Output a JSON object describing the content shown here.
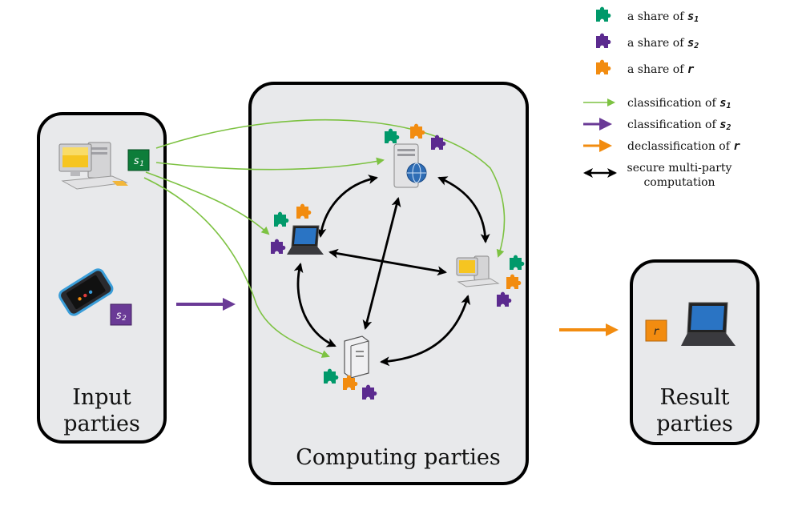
{
  "colors": {
    "s1": "#00996a",
    "s2": "#5b2a8f",
    "r": "#f28c10",
    "arrow_green": "#7dc242",
    "arrow_purple": "#6a3a96",
    "arrow_orange": "#f28c10",
    "panel_fill": "#e8e9eb",
    "panel_stroke": "#000000"
  },
  "legend": {
    "share_prefix": "a share of",
    "share_s1_var": "s",
    "share_s1_sub": "1",
    "share_s2_var": "s",
    "share_s2_sub": "2",
    "share_r_var": "r",
    "class_s1_text": "classification of",
    "class_s1_var": "s",
    "class_s1_sub": "1",
    "class_s2_text": "classification of",
    "class_s2_var": "s",
    "class_s2_sub": "2",
    "declass_text": "declassification of",
    "declass_var": "r",
    "smpc_line1": "secure multi-party",
    "smpc_line2": "computation"
  },
  "panels": {
    "input_line1": "Input",
    "input_line2": "parties",
    "computing": "Computing parties",
    "result_line1": "Result",
    "result_line2": "parties"
  },
  "chips": {
    "s1_var": "s",
    "s1_sub": "1",
    "s2_var": "s",
    "s2_sub": "2",
    "r_var": "r"
  },
  "icons": {
    "input_desktop": "desktop-computer-icon",
    "input_phone": "smartphone-icon",
    "server_web": "web-server-icon",
    "laptop": "laptop-icon",
    "desktop": "desktop-computer-icon",
    "tower": "tower-server-icon",
    "result_laptop": "laptop-icon",
    "share": "puzzle-piece-icon"
  }
}
